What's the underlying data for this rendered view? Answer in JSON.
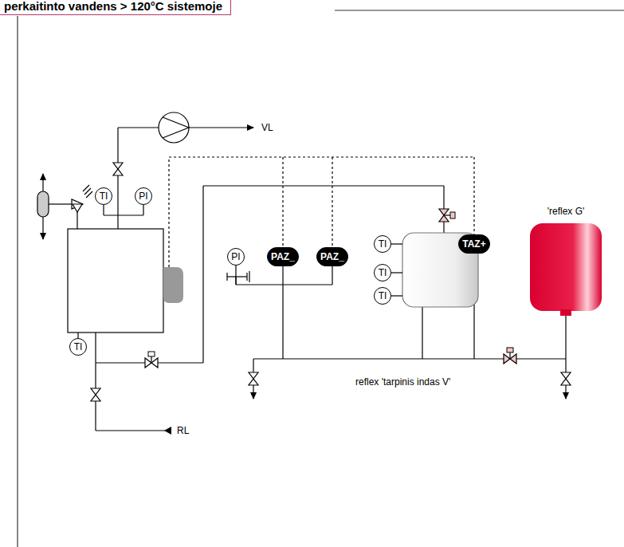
{
  "diagram": {
    "title": "perkaitinto vandens > 120°C sistemoje",
    "nodes": [
      {
        "text": [
          "TI"
        ]
      },
      {
        "text": [
          "PI"
        ]
      },
      {
        "text": [
          "'reflex G'"
        ]
      },
      {
        "text": [
          "PI"
        ]
      },
      {
        "text": [
          "PAZ_"
        ]
      },
      {
        "text": [
          "PAZ_"
        ]
      },
      {
        "text": [
          "TI"
        ]
      },
      {
        "text": [
          "TAZ+"
        ]
      },
      {
        "text": [
          "TI"
        ]
      },
      {
        "text": [
          "TI"
        ]
      },
      {
        "text": [
          "TI"
        ]
      }
    ],
    "labels": [
      "VL",
      "RL",
      "reflex 'tarpinis indas V'"
    ]
  }
}
